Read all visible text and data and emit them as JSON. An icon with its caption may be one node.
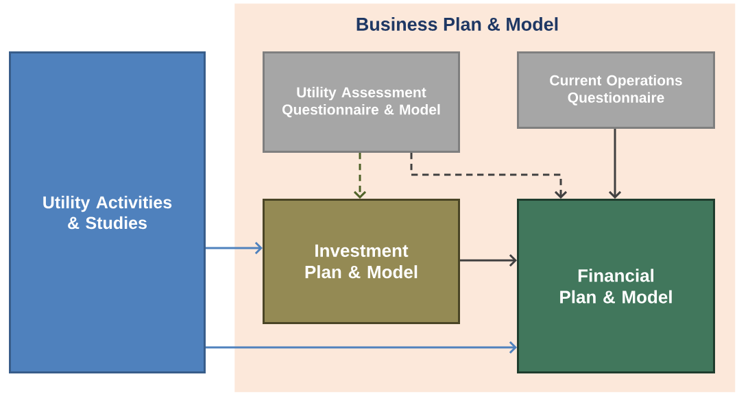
{
  "diagram": {
    "nodes": [
      {
        "text": [
          "Utility Activities & Studies"
        ]
      },
      {
        "text": [
          "Business Plan & Model"
        ]
      },
      {
        "text": [
          "Utility Assessment Questionnaire & Model"
        ],
        "in": 1
      },
      {
        "text": [
          "Current Operations Questionnaire"
        ],
        "in": 1
      },
      {
        "text": [
          "Investment Plan & Model"
        ],
        "in": 1
      },
      {
        "text": [
          "Financial Plan & Model"
        ],
        "in": 1
      }
    ],
    "edges": [
      {
        "from": 2,
        "to": 4,
        "arrow": "to",
        "style": "dashed",
        "color": "#4f6228"
      },
      {
        "from": 2,
        "to": 5,
        "arrow": "to",
        "style": "dashed"
      },
      {
        "from": 3,
        "to": 5,
        "arrow": "to"
      },
      {
        "from": 0,
        "to": 4,
        "arrow": "to",
        "color": "#4f81bd"
      },
      {
        "from": 4,
        "to": 5,
        "arrow": "to"
      },
      {
        "from": 0,
        "to": 5,
        "arrow": "to",
        "color": "#4f81bd"
      }
    ]
  }
}
